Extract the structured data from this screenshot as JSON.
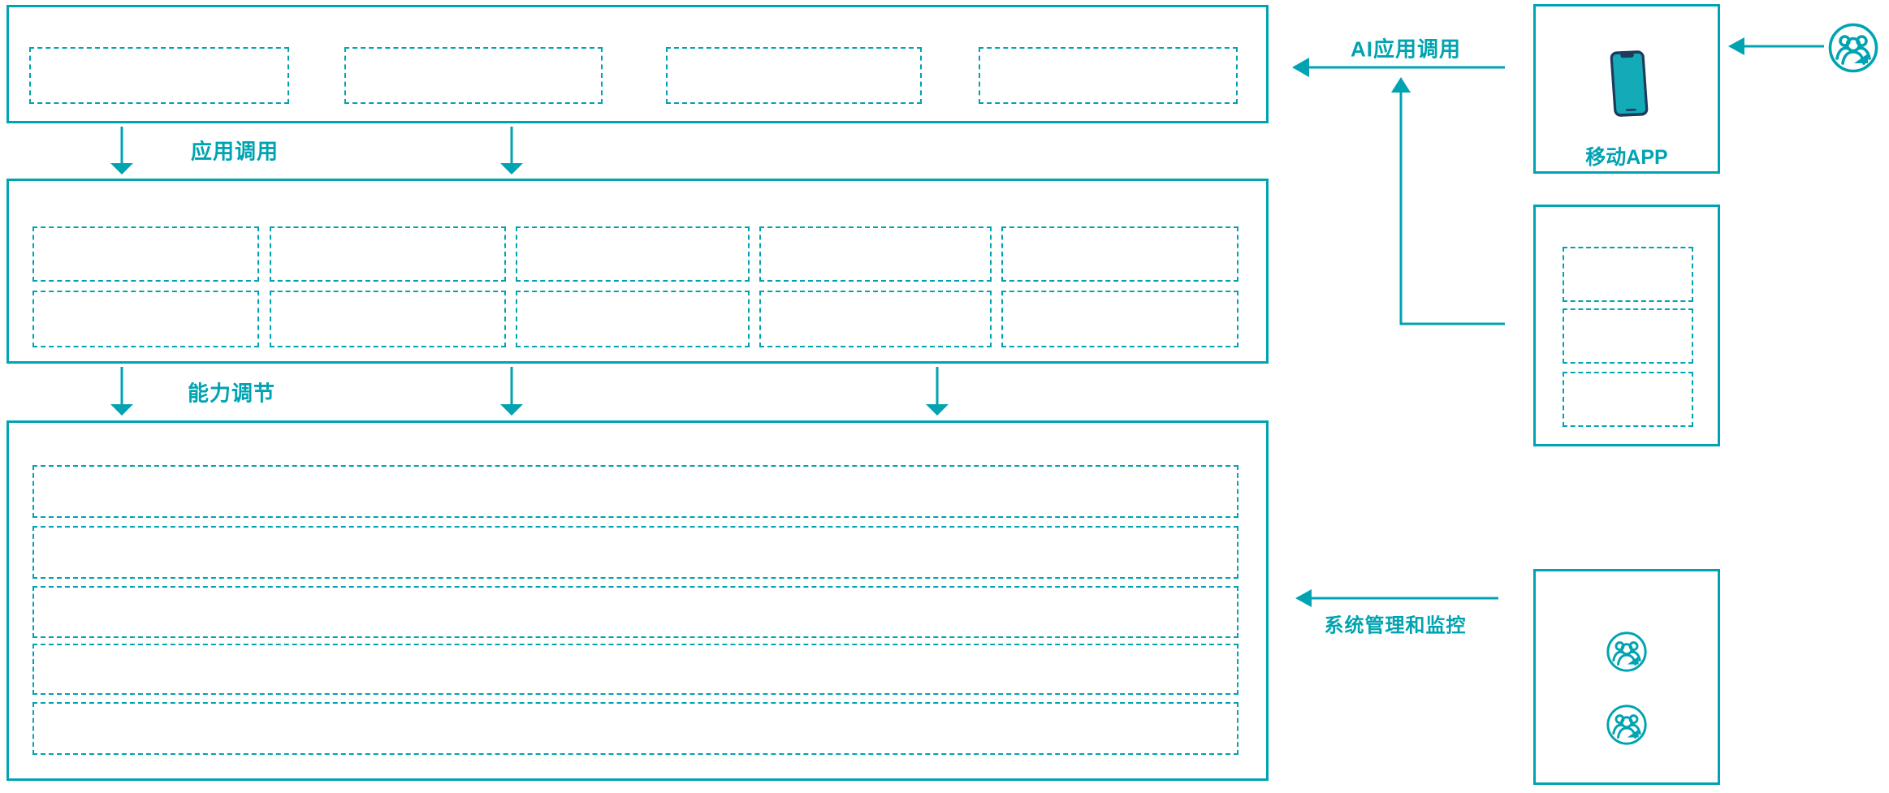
{
  "labels": {
    "application_call": "应用调用",
    "capability_adjust": "能力调节",
    "ai_application_call": "AI应用调用",
    "mobile_app": "移动APP",
    "system_management": "系统管理和监控"
  },
  "colors": {
    "teal": "#00a3b1",
    "phone_body": "#1e3a5c",
    "phone_screen": "#14abb9",
    "background": "#ffffff"
  },
  "icons": {
    "smartphone": "smartphone-icon",
    "user_group": "user-group-icon"
  },
  "structure": {
    "top_layer_placeholder_boxes": 4,
    "middle_layer_placeholder_boxes": 10,
    "bottom_layer_placeholder_rows": 5,
    "right_middle_placeholder_boxes": 3,
    "right_bottom_user_icons": 2
  }
}
